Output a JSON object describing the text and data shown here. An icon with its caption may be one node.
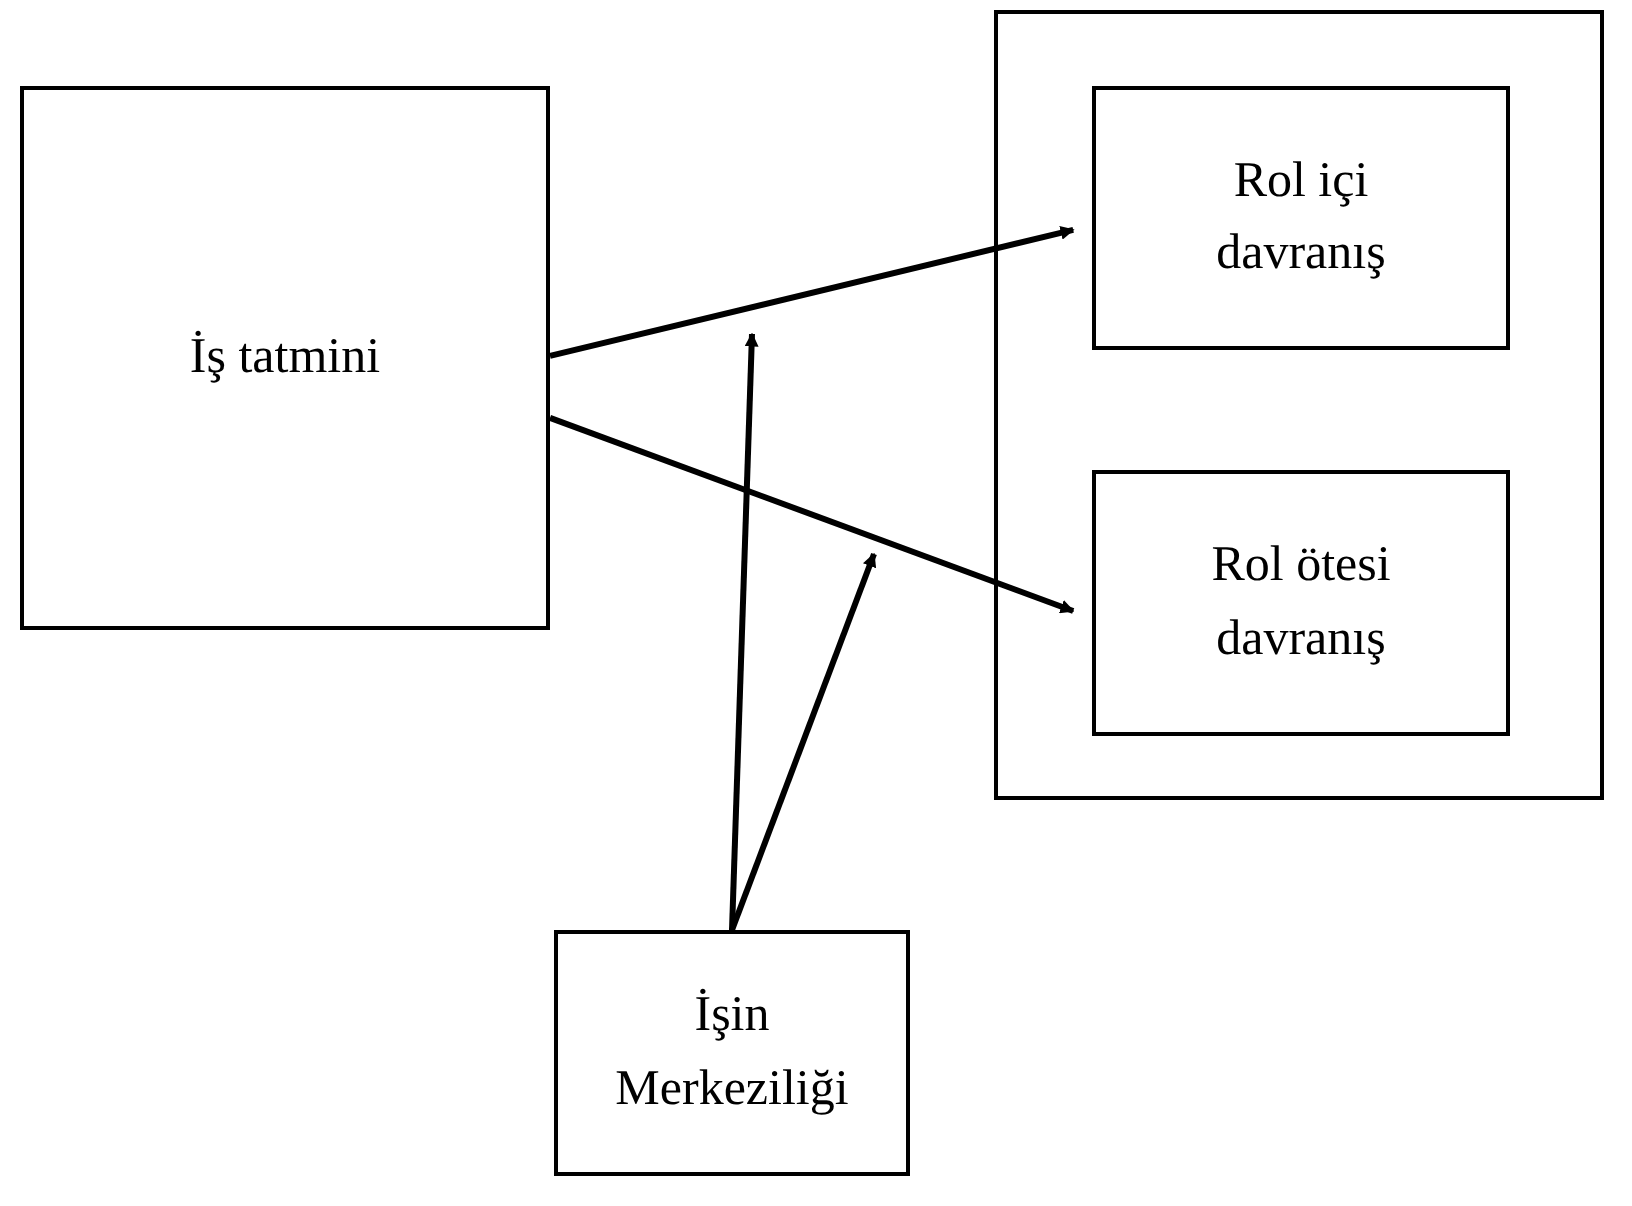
{
  "diagram": {
    "nodes": [
      {
        "text": [
          "İş tatmini"
        ]
      },
      {
        "text": [],
        "shape": "box"
      },
      {
        "text": [
          "Rol içi davranış"
        ],
        "in": 1
      },
      {
        "text": [
          "Rol ötesi davranış"
        ],
        "in": 1
      },
      {
        "text": [
          "İşin Merkeziliği"
        ]
      }
    ],
    "edges": [
      {
        "from": 0,
        "to": 2,
        "arrow": "to"
      },
      {
        "from": 0,
        "to": 3,
        "arrow": "to"
      },
      {
        "from": 4,
        "to": null,
        "arrow": "to"
      },
      {
        "from": 4,
        "to": null,
        "arrow": "to"
      }
    ]
  }
}
